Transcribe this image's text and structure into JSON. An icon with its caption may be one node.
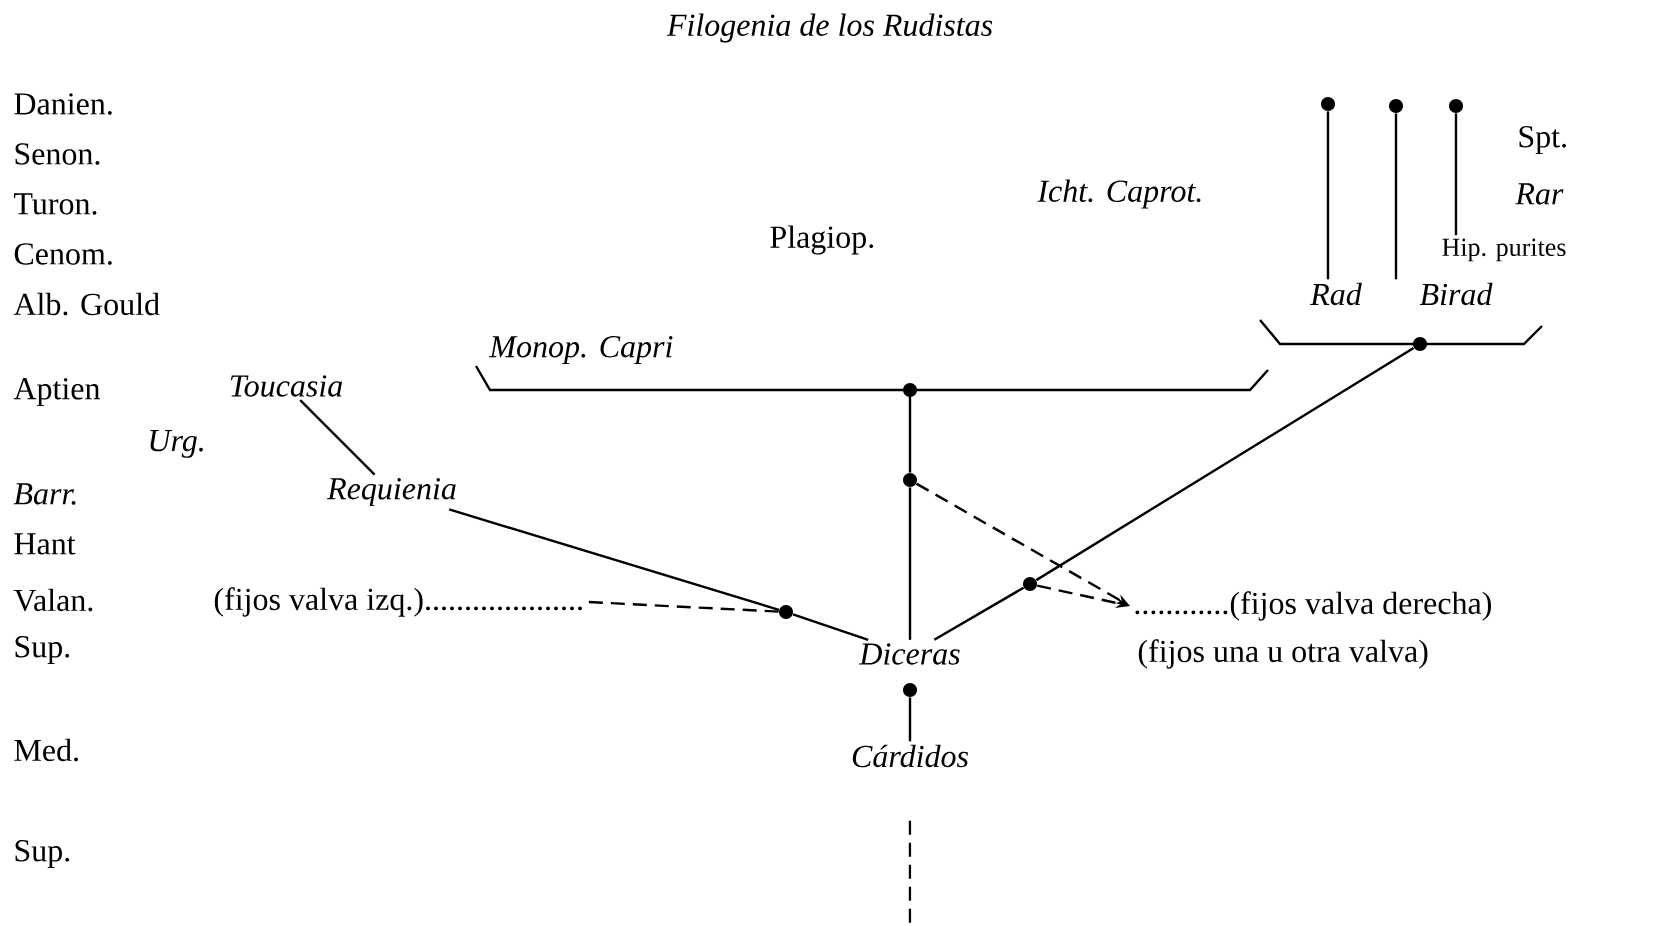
{
  "diagram": {
    "title": "Filogenia de los Rudistas",
    "nodes": [
      {
        "text": [
          "Toucasia"
        ]
      },
      {
        "text": [
          "Requienia"
        ]
      },
      {
        "text": [
          "(fijos valva izq.)...................."
        ]
      },
      {
        "text": [
          "Diceras"
        ]
      },
      {
        "text": [
          "Cárdidos"
        ]
      },
      {
        "text": [
          "............(fijos valva derecha)"
        ]
      },
      {
        "text": [],
        "shape": "circle"
      },
      {
        "text": [],
        "shape": "circle"
      },
      {
        "text": [],
        "shape": "bar"
      },
      {
        "text": [],
        "shape": "circle"
      },
      {
        "text": [],
        "shape": "bar"
      },
      {
        "text": [],
        "shape": "circle"
      },
      {
        "text": [],
        "shape": "circle"
      },
      {
        "text": [],
        "shape": "circle"
      },
      {
        "text": [],
        "shape": "circle"
      },
      {
        "text": [
          "Rad"
        ]
      },
      {
        "text": [
          "Birad"
        ]
      },
      {
        "text": [
          "Hip. purites"
        ]
      }
    ],
    "edges": [
      {
        "from": 0,
        "to": 1,
        "arrow": "none"
      },
      {
        "from": 1,
        "to": 6,
        "arrow": "none"
      },
      {
        "from": 6,
        "to": 3,
        "arrow": "none"
      },
      {
        "from": 6,
        "to": 2,
        "arrow": "none",
        "style": "dashed"
      },
      {
        "from": 3,
        "to": 7,
        "arrow": "none"
      },
      {
        "from": 7,
        "to": 8,
        "arrow": "none"
      },
      {
        "from": 7,
        "to": 5,
        "arrow": "to",
        "style": "dashed"
      },
      {
        "from": 3,
        "to": 9,
        "arrow": "none"
      },
      {
        "from": 9,
        "to": 5,
        "arrow": "to",
        "style": "dashed"
      },
      {
        "from": 9,
        "to": 10,
        "arrow": "none"
      },
      {
        "from": 15,
        "to": 11,
        "arrow": "none"
      },
      {
        "from": 16,
        "to": 12,
        "arrow": "none"
      },
      {
        "from": 17,
        "to": 13,
        "arrow": "none"
      },
      {
        "from": 14,
        "to": 4,
        "arrow": "none"
      },
      {
        "from": 4,
        "to": null,
        "arrow": "none",
        "style": "dashed"
      }
    ],
    "labels": [
      "Danien.",
      "Spt.",
      "Senon.",
      "Icht. Caprot.",
      "Rar",
      "Turon.",
      "Plagiop.",
      "Cenom.",
      "Alb. Gould",
      "Monop. Capri",
      "Aptien",
      "Urg.",
      "Barr.",
      "Hant",
      "Valan.",
      "Sup.",
      "(fijos una u otra valva)",
      "Med.",
      "Sup."
    ]
  }
}
